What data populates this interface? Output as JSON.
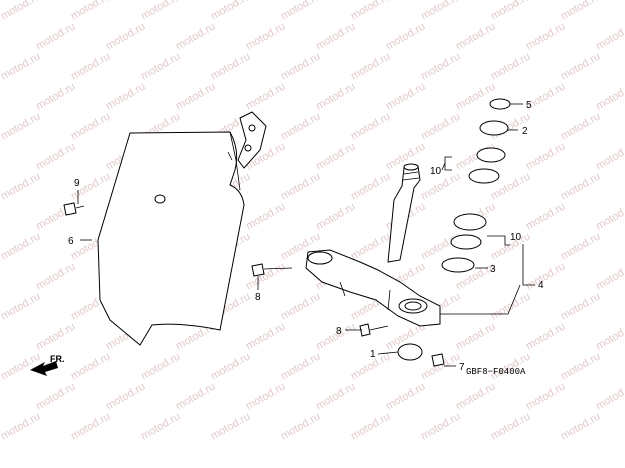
{
  "diagram": {
    "watermark": "motod.ru",
    "code": "GBF8−F0400A",
    "direction": "FR.",
    "callouts": {
      "c1": "1",
      "c2": "2",
      "c3": "3",
      "c4": "4",
      "c5": "5",
      "c6": "6",
      "c7": "7",
      "c8a": "8",
      "c8b": "8",
      "c9": "9",
      "c10a": "10",
      "c10b": "10"
    }
  }
}
